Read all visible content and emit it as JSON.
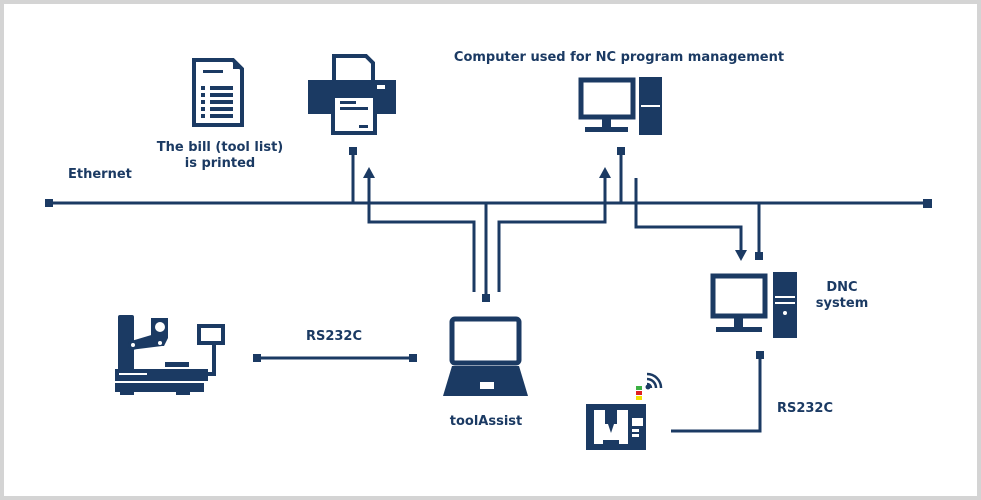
{
  "colors": {
    "primary": "#1b3a63",
    "signal_green": "#3cb043",
    "signal_red": "#e02020",
    "signal_yellow": "#f2e000"
  },
  "labels": {
    "ethernet": "Ethernet",
    "bill_line1": "The bill (tool list)",
    "bill_line2": "is printed",
    "nc_computer": "Computer used for NC program management",
    "dnc_line1": "DNC",
    "dnc_line2": "system",
    "rs232c_left": "RS232C",
    "rs232c_right": "RS232C",
    "toolassist": "toolAssist"
  },
  "nodes": [
    {
      "id": "document",
      "icon": "document-list-icon"
    },
    {
      "id": "printer",
      "icon": "printer-icon"
    },
    {
      "id": "nc-computer",
      "icon": "desktop-computer-icon"
    },
    {
      "id": "dnc-system",
      "icon": "desktop-computer-icon"
    },
    {
      "id": "toolassist",
      "icon": "laptop-icon"
    },
    {
      "id": "presetter",
      "icon": "tool-presetter-icon"
    },
    {
      "id": "cnc-machine",
      "icon": "cnc-machine-icon"
    }
  ]
}
